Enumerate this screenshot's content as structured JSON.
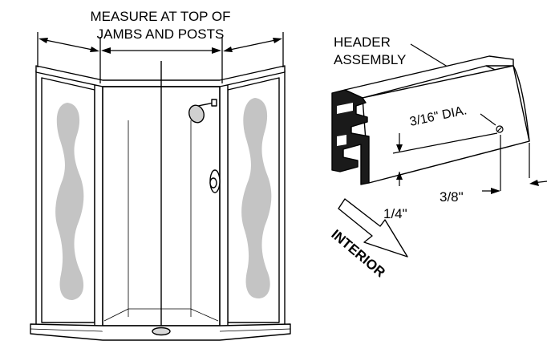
{
  "labels": {
    "measure_line1": "MEASURE AT TOP OF",
    "measure_line2": "JAMBS AND POSTS",
    "header_line1": "HEADER",
    "header_line2": "ASSEMBLY",
    "hole_diameter": "3/16\" DIA.",
    "vertical_offset": "1/4\"",
    "horizontal_offset": "3/8\"",
    "direction": "INTERIOR"
  },
  "colors": {
    "line": "#000000",
    "glass_pattern": "#c4c4c4",
    "background": "#ffffff"
  }
}
